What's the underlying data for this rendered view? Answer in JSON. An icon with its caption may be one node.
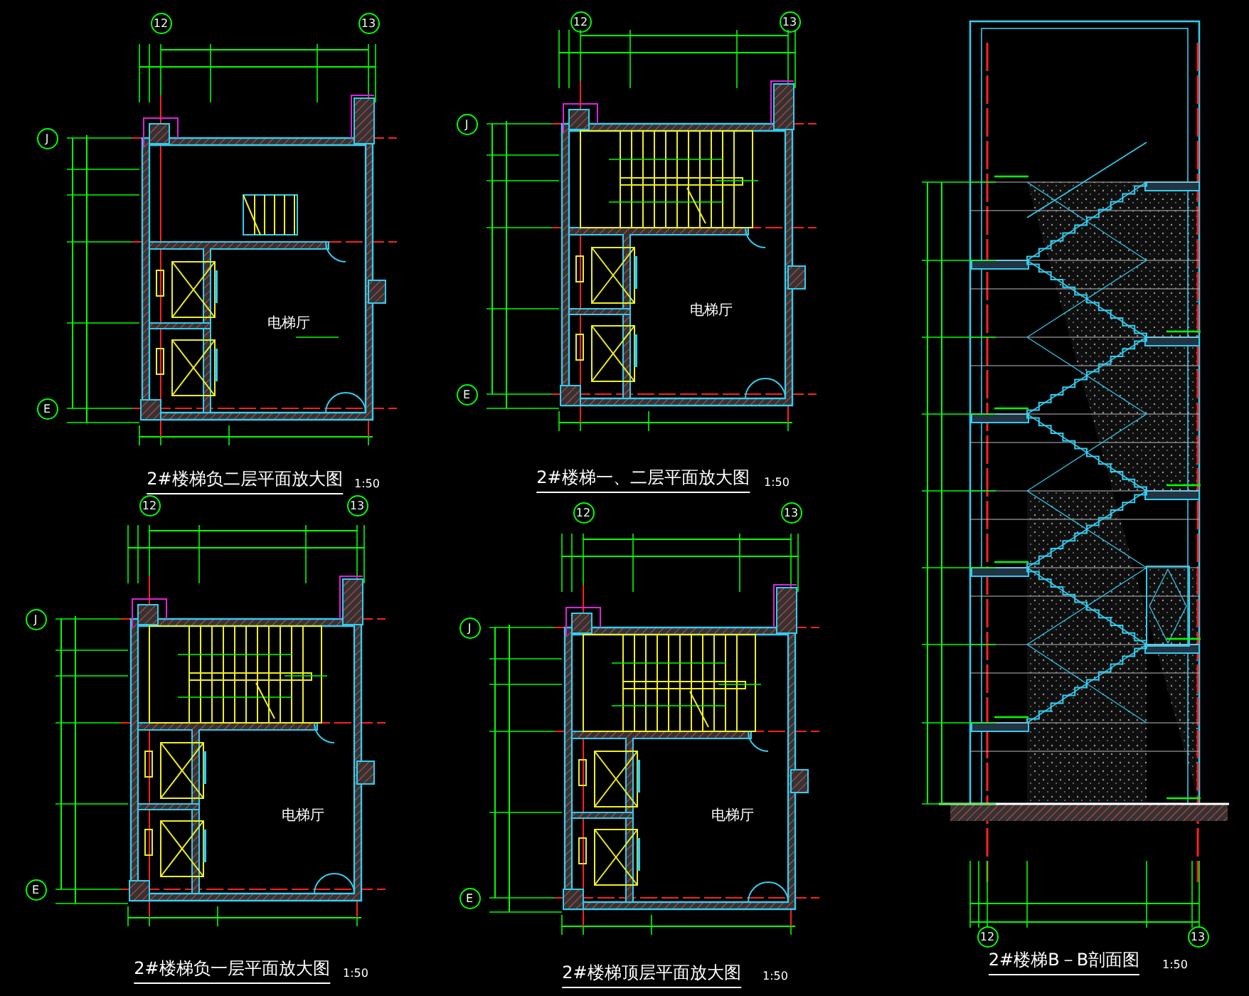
{
  "diagram": {
    "nodes": [
      {
        "text": [
          "12"
        ]
      },
      {
        "text": [
          "13"
        ]
      },
      {
        "text": [
          "J"
        ]
      },
      {
        "text": [
          "E"
        ]
      },
      {
        "text": [
          "12"
        ]
      },
      {
        "text": [
          "13"
        ]
      },
      {
        "text": [
          "J"
        ]
      },
      {
        "text": [
          "E"
        ]
      },
      {
        "text": [
          "12"
        ]
      },
      {
        "text": [
          "13"
        ]
      },
      {
        "text": [
          "J"
        ]
      },
      {
        "text": [
          "E"
        ]
      },
      {
        "text": [
          "12"
        ]
      },
      {
        "text": [
          "13"
        ]
      },
      {
        "text": [
          "J"
        ]
      },
      {
        "text": [
          "E"
        ]
      },
      {
        "text": [
          "12"
        ]
      },
      {
        "text": [
          "13"
        ]
      }
    ],
    "labels": [
      "电梯厅",
      "电梯厅",
      "2#楼梯负二层平面放大图",
      "1:50",
      "2#楼梯一、二层平面放大图",
      "1:50",
      "电梯厅",
      "电梯厅",
      "2#楼梯负一层平面放大图",
      "1:50",
      "2#楼梯顶层平面放大图",
      "1:50",
      "2#楼梯B－B剖面图",
      "1:50"
    ]
  }
}
